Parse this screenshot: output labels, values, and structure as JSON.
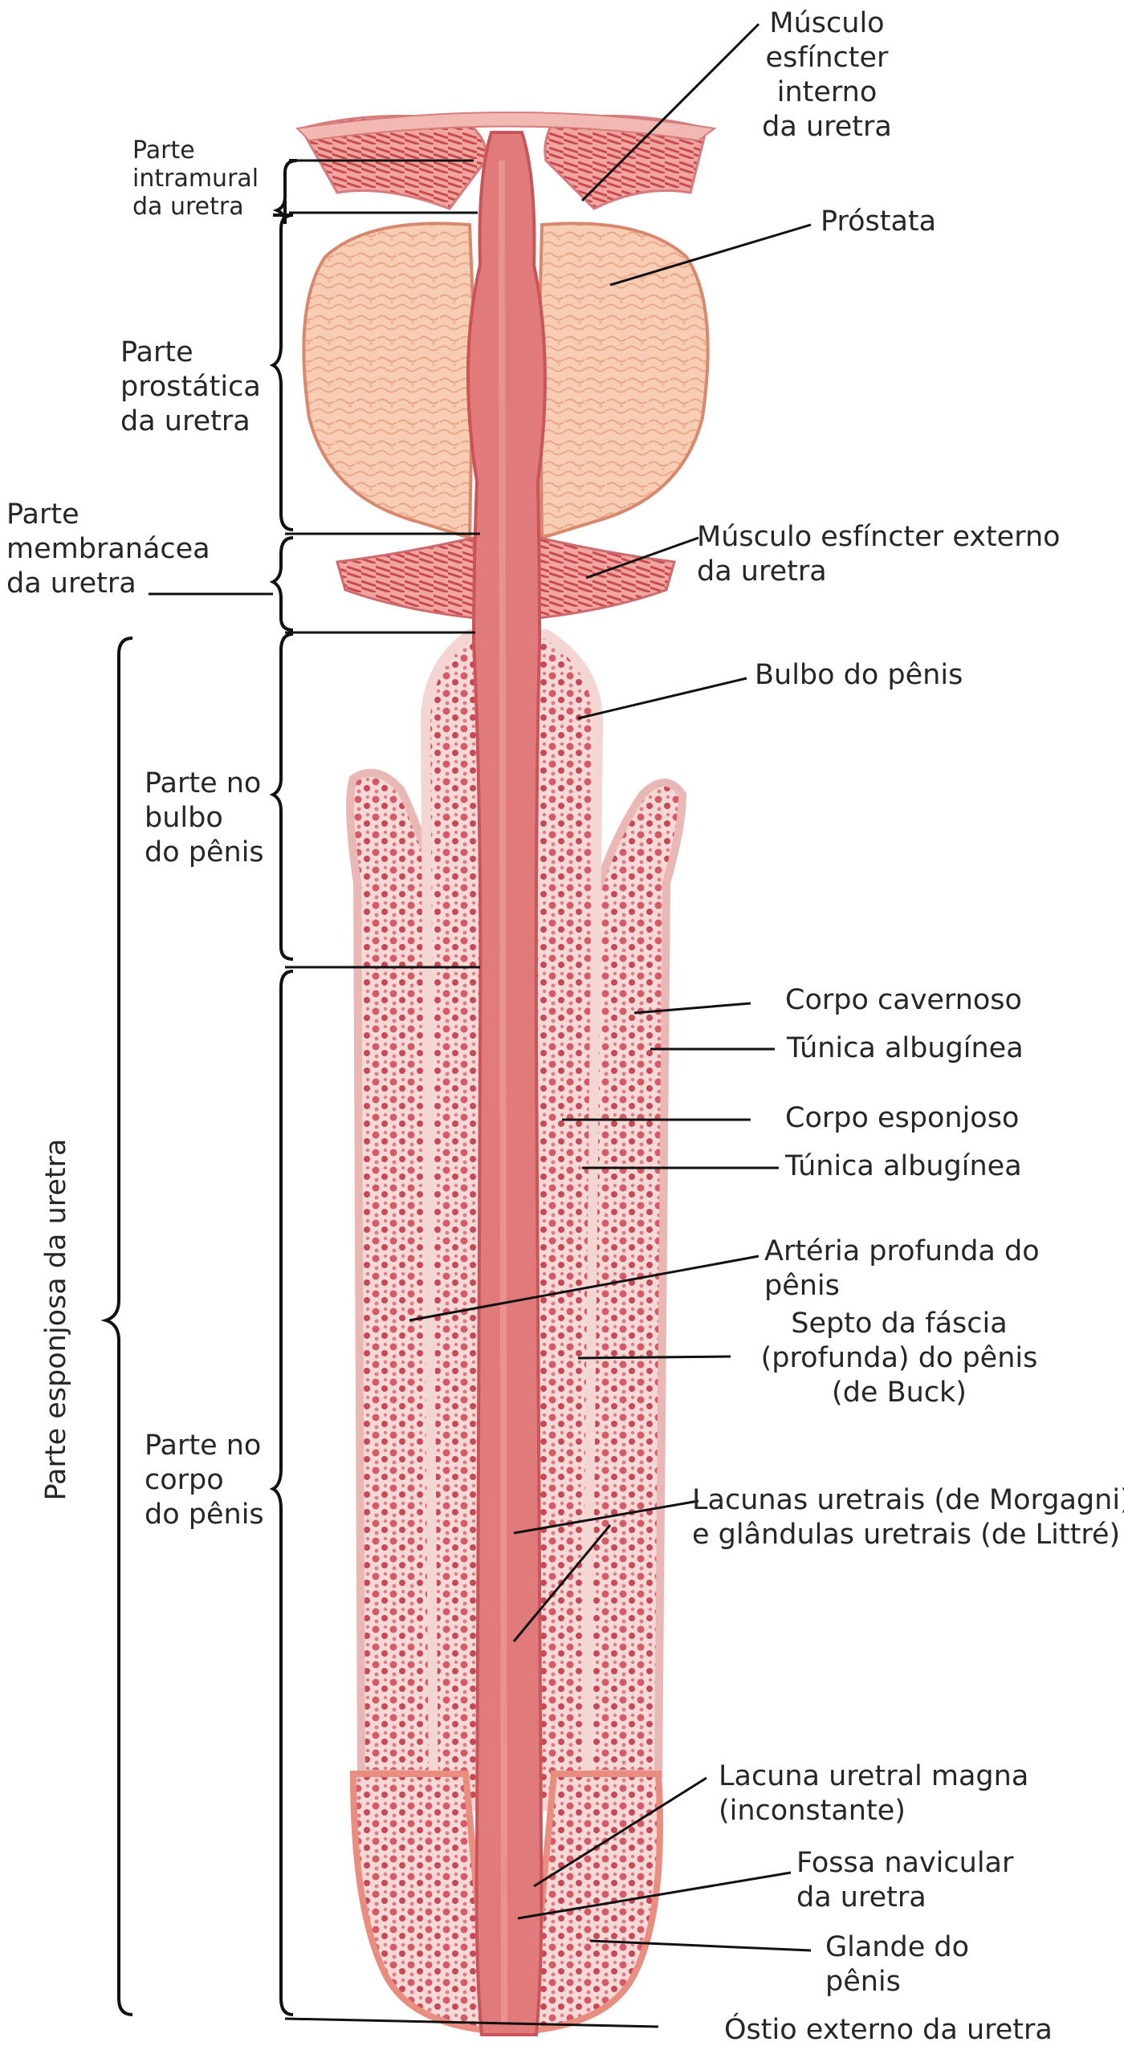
{
  "diagram": {
    "colors": {
      "urethra": "#e17a7a",
      "urethra_dark": "#c9545a",
      "prostate": "#f6c3a7",
      "prostate_outline": "#d98b6f",
      "spongy_tissue": "#d45a64",
      "tunica": "#f7e3e2",
      "glans": "#e68a7f",
      "leader_line": "#111111"
    },
    "labels": {
      "intramural": [
        "Parte",
        "intramural",
        "da uretra"
      ],
      "prostatic": [
        "Parte",
        "prostática",
        "da uretra"
      ],
      "membranous": [
        "Parte",
        "membranácea",
        "da uretra"
      ],
      "bulb_part": [
        "Parte no",
        "bulbo",
        "do pênis"
      ],
      "body_part": [
        "Parte no",
        "corpo",
        "do pênis"
      ],
      "spongy_part": "Parte esponjosa da uretra",
      "internal_sphincter": [
        "Músculo",
        "esfíncter",
        "interno",
        "da uretra"
      ],
      "prostate": "Próstata",
      "external_sphincter": [
        "Músculo esfíncter externo",
        "da uretra"
      ],
      "bulb": "Bulbo do pênis",
      "corpus_cavernosum": "Corpo cavernoso",
      "tunica_albuginea_1": "Túnica albugínea",
      "corpus_spongiosum": "Corpo esponjoso",
      "tunica_albuginea_2": "Túnica albugínea",
      "deep_artery": [
        "Artéria profunda do",
        "pênis"
      ],
      "fascia_septum": [
        "Septo da fáscia",
        "(profunda) do pênis",
        "(de Buck)"
      ],
      "lacunae": [
        "Lacunas uretrais (de Morgagni)",
        "e glândulas uretrais (de Littré)"
      ],
      "lacuna_magna": [
        "Lacuna uretral magna",
        "(inconstante)"
      ],
      "navicular": [
        "Fossa navicular",
        "da uretra"
      ],
      "glans": [
        "Glande do",
        "pênis"
      ],
      "external_orifice": "Óstio externo da uretra"
    }
  }
}
